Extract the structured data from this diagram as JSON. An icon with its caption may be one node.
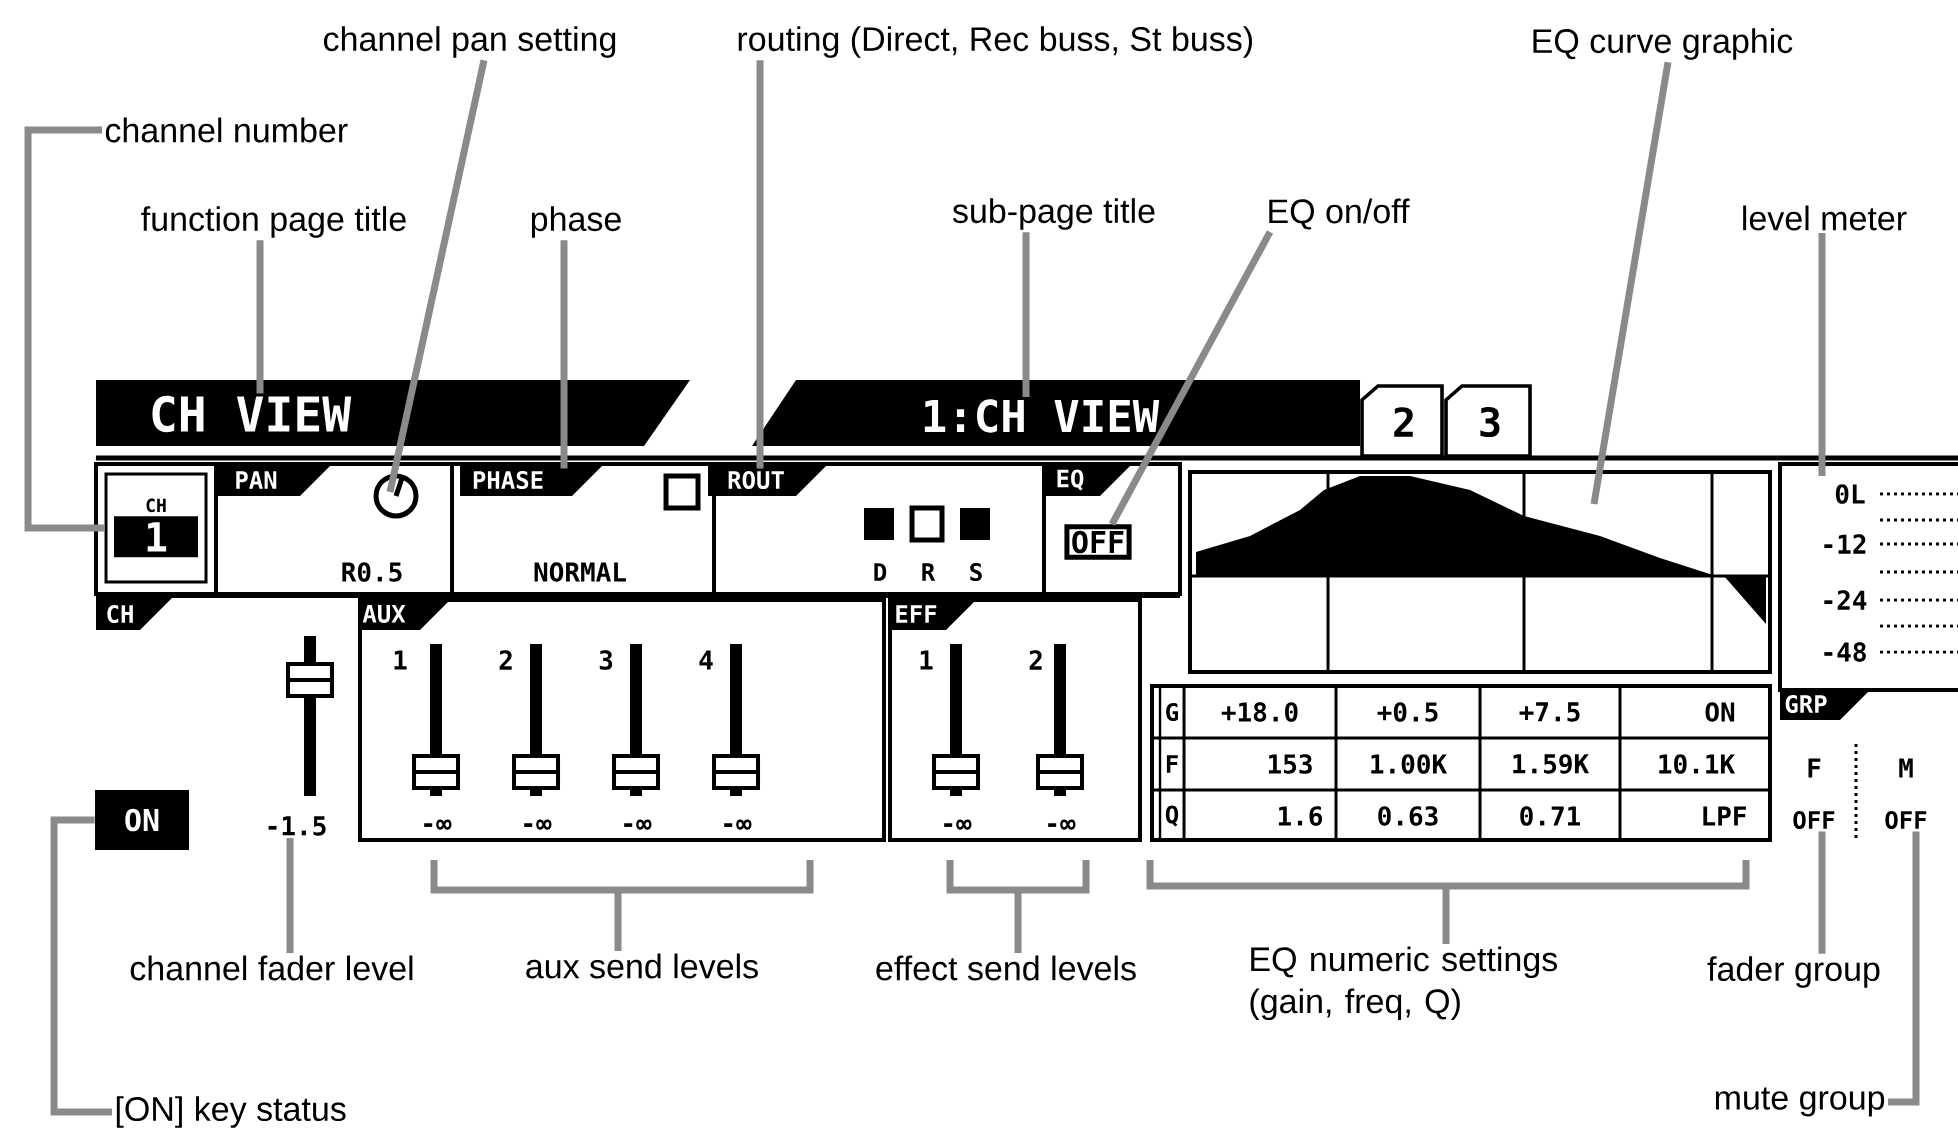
{
  "diagram": {
    "nodes": [
      {
        "text": [
          "channel number"
        ]
      },
      {
        "text": [
          "function page title"
        ]
      },
      {
        "text": [
          "channel pan setting"
        ]
      },
      {
        "text": [
          "phase"
        ]
      },
      {
        "text": [
          "routing (Direct, Rec buss, St buss)"
        ]
      },
      {
        "text": [
          "sub-page title"
        ]
      },
      {
        "text": [
          "EQ on/off"
        ]
      },
      {
        "text": [
          "EQ curve graphic"
        ]
      },
      {
        "text": [
          "level meter"
        ]
      },
      {
        "text": [
          "channel fader level"
        ]
      },
      {
        "text": [
          "aux send levels"
        ]
      },
      {
        "text": [
          "effect send levels"
        ]
      },
      {
        "text": [
          "EQ numeric settings (gain, freq, Q)"
        ]
      },
      {
        "text": [
          "fader group"
        ]
      },
      {
        "text": [
          "[ON] key status"
        ]
      },
      {
        "text": [
          "mute group"
        ]
      },
      {
        "text": [
          "CH VIEW"
        ]
      },
      {
        "text": [
          "1:CH VIEW"
        ]
      },
      {
        "text": [
          "CH",
          "1"
        ]
      },
      {
        "text": [
          "PHASE"
        ]
      },
      {
        "text": [
          "ROUT"
        ]
      },
      {
        "text": [
          "OFF"
        ]
      },
      {
        "text": [
          "-1.5"
        ]
      },
      {
        "text": [
          "ON"
        ]
      },
      {
        "text": [
          "OFF"
        ]
      },
      {
        "text": [
          "OFF"
        ]
      },
      {
        "text": [
          "PAN"
        ]
      },
      {
        "text": [
          "EQ"
        ]
      },
      {
        "text": [
          "CH"
        ]
      },
      {
        "text": [
          "AUX"
        ]
      },
      {
        "text": [
          "EFF"
        ]
      },
      {
        "text": [
          "GRP"
        ]
      }
    ],
    "edges": [
      {
        "from": 0,
        "to": 18,
        "arrow": "none"
      },
      {
        "from": 1,
        "to": 16,
        "arrow": "none"
      },
      {
        "from": 2,
        "to": null,
        "arrow": "none"
      },
      {
        "from": 3,
        "to": 19,
        "arrow": "none"
      },
      {
        "from": 4,
        "to": 20,
        "arrow": "none"
      },
      {
        "from": 5,
        "to": 17,
        "arrow": "none"
      },
      {
        "from": 6,
        "to": 21,
        "arrow": "none"
      },
      {
        "from": 7,
        "to": null,
        "arrow": "none"
      },
      {
        "from": 8,
        "to": null,
        "arrow": "none"
      },
      {
        "from": 9,
        "to": 22,
        "arrow": "none"
      },
      {
        "from": 10,
        "to": null,
        "arrow": "none"
      },
      {
        "from": 11,
        "to": null,
        "arrow": "none"
      },
      {
        "from": 12,
        "to": null,
        "arrow": "none"
      },
      {
        "from": 13,
        "to": 24,
        "arrow": "none"
      },
      {
        "from": 14,
        "to": 23,
        "arrow": "none"
      },
      {
        "from": 15,
        "to": 25,
        "arrow": "none"
      }
    ],
    "labels": [
      "2",
      "3",
      "R0.5",
      "NORMAL",
      "D",
      "R",
      "S",
      "0L",
      "-12",
      "-24",
      "-48",
      "1",
      "2",
      "3",
      "4",
      "1",
      "2",
      "G",
      "+18.0",
      "+0.5",
      "+7.5",
      "ON",
      "F",
      "153",
      "1.00K",
      "1.59K",
      "10.1K",
      "Q",
      "1.6",
      "0.63",
      "0.71",
      "LPF",
      "F",
      "M",
      "-∞",
      "-∞",
      "-∞",
      "-∞",
      "-∞",
      "-∞"
    ]
  }
}
